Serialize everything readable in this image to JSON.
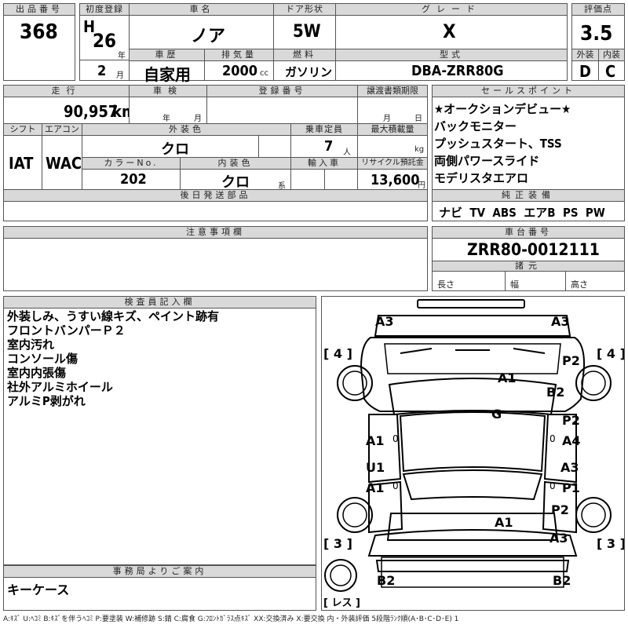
{
  "headers": {
    "lot": "出品番号",
    "first_reg": "初度登録",
    "car_name": "車名",
    "door": "ドア形状",
    "grade": "グレード",
    "score": "評価点",
    "history": "車歴",
    "displacement": "排気量",
    "fuel": "燃料",
    "model": "型式",
    "exterior": "外装",
    "interior": "内装",
    "mileage": "走行",
    "inspection": "車検",
    "reg_no": "登録番号",
    "transfer_deadline": "譲渡書類期限",
    "sales_points": "セールスポイント",
    "shift": "シフト",
    "aircon": "エアコン",
    "ext_color": "外装色",
    "capacity": "乗車定員",
    "max_load": "最大積載量",
    "color_no": "カラーNo.",
    "int_color": "内装色",
    "import": "輸入車",
    "recycle": "リサイクル預託金",
    "later_parts": "後日発送部品",
    "equipment": "純正装備",
    "notes": "注意事項欄",
    "chassis": "車台番号",
    "dimensions": "諸元",
    "inspector": "検査員記入欄",
    "office": "事務局よりご案内"
  },
  "vehicle": {
    "lot_number": "368",
    "era": "H",
    "reg_year": "26",
    "year_unit": "年",
    "reg_month": "2",
    "month_unit": "月",
    "name": "ノア",
    "door": "5W",
    "grade": "X",
    "history": "自家用",
    "displacement": "2000",
    "cc_unit": "cc",
    "fuel": "ガソリン",
    "model": "DBA-ZRR80G",
    "score": "3.5",
    "exterior_grade": "D",
    "interior_grade": "C",
    "mileage": "90,957",
    "km_unit": "km",
    "insp_year_unit": "年",
    "insp_month_unit": "月",
    "deadline_month_unit": "月",
    "deadline_day_unit": "日",
    "shift": "IAT",
    "aircon": "WAC",
    "ext_color": "クロ",
    "capacity": "7",
    "person_unit": "人",
    "kg_unit": "kg",
    "color_no": "202",
    "int_color": "クロ",
    "int_color_unit": "系",
    "recycle": "13,600",
    "yen_unit": "円",
    "chassis": "ZRR80-0012111",
    "length_label": "長さ",
    "width_label": "幅",
    "height_label": "高さ"
  },
  "sales_points": [
    "★オークションデビュー★",
    "バックモニター",
    "プッシュスタート、TSS",
    "両側パワースライド",
    "モデリスタエアロ"
  ],
  "equipment": "ナビ  TV  ABS  エアB  PS  PW",
  "inspector_notes": [
    "外装しみ、うすい線キズ、ペイント跡有",
    "フロントバンパーＰ２",
    "室内汚れ",
    "コンソール傷",
    "室内内張傷",
    "社外アルミホイール",
    "アルミP剥がれ"
  ],
  "office_note": "キーケース",
  "diagram": {
    "labels": [
      "A3",
      "A3",
      "P2",
      "B2",
      "A1",
      "G",
      "A1",
      "P2",
      "A4",
      "U1",
      "A3",
      "A1",
      "P1",
      "P2",
      "A1",
      "A3",
      "B2",
      "B2"
    ],
    "tire_labels": [
      "[ 4 ]",
      "[ 4 ]",
      "[ 3 ]",
      "[ 3 ]"
    ],
    "spare_label": "[ レス ]"
  },
  "legend": "A:ｷｽﾞ U:ﾍｺﾐ B:ｷｽﾞを伴うﾍｺﾐ P:要塗装 W:補修跡 S:錆 C:腐食 G:ﾌﾛﾝﾄｶﾞﾗｽ点ｷｽﾞ XX:交換済み X:要交換  内・外装評価 5段階ﾗﾝｸ順(A･B･C･D･E) 1"
}
